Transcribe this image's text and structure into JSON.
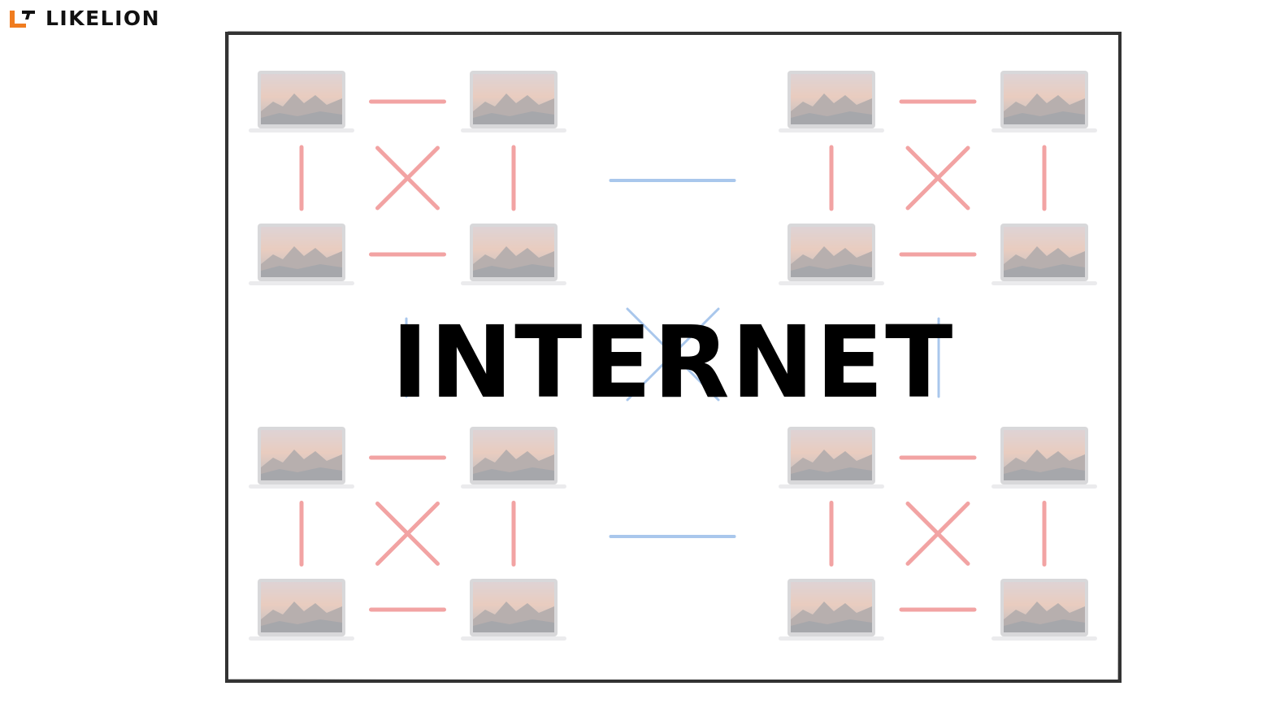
{
  "brand": {
    "name": "LIKELION",
    "accent_color": "#f07c1f",
    "icon": "likelion-logo-icon"
  },
  "diagram": {
    "title": "INTERNET",
    "node_icon": "laptop-icon",
    "node_count": 16,
    "local_link_color": "#f2a3a3",
    "bridge_link_color": "#a9c7ec",
    "frame_color": "#333333"
  }
}
